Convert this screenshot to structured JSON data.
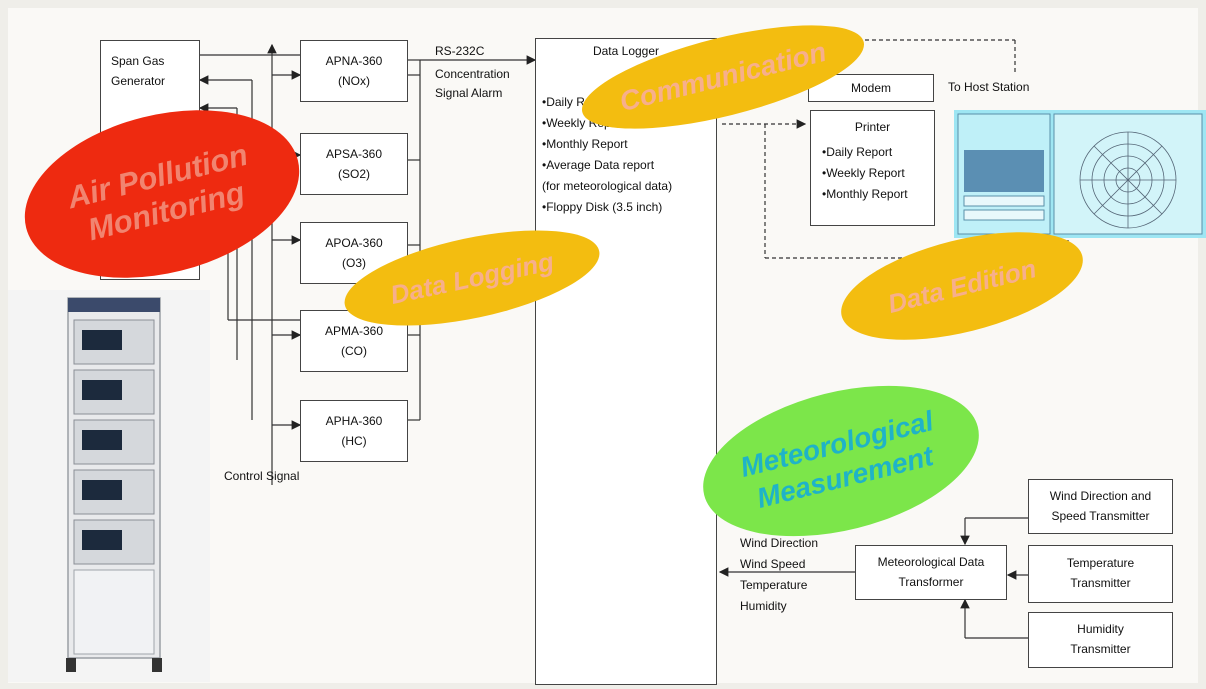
{
  "units": {
    "span_gas": [
      "Span Gas",
      "Generator"
    ],
    "apna": [
      "APNA-360",
      "(NOx)"
    ],
    "apsa": [
      "APSA-360",
      "(SO2)"
    ],
    "apoa": [
      "APOA-360",
      "(O3)"
    ],
    "apma": [
      "APMA-360",
      "(CO)"
    ],
    "apha": [
      "APHA-360",
      "(HC)"
    ]
  },
  "rs232": [
    "RS-232C",
    "Concentration",
    "Signal Alarm"
  ],
  "control_signal": "Control Signal",
  "data_logger": {
    "title": "Data Logger",
    "items": [
      "•Daily Report",
      "•Weekly Report",
      "•Monthly Report",
      "•Average Data report",
      "(for meteorological data)",
      "•Floppy Disk (3.5 inch)"
    ]
  },
  "modem": "Modem",
  "to_host": "To Host Station",
  "printer": {
    "title": "Printer",
    "items": [
      "•Daily Report",
      "•Weekly Report",
      "•Monthly Report"
    ]
  },
  "met_transformer": [
    "Meteorological Data",
    "Transformer"
  ],
  "wind_tx": [
    "Wind Direction and",
    "Speed Transmitter"
  ],
  "temp_tx": [
    "Temperature",
    "Transmitter"
  ],
  "hum_tx": [
    "Humidity",
    "Transmitter"
  ],
  "met_outputs": [
    "Wind Direction",
    "Wind Speed",
    "Temperature",
    "Humidity"
  ],
  "labels": {
    "air_pollution": [
      "Air Pollution",
      "Monitoring"
    ],
    "communication": "Communication",
    "data_logging": "Data Logging",
    "data_edition": "Data Edition",
    "meteorological": [
      "Meteorological",
      "Measurement"
    ]
  },
  "colors": {
    "red_ellipse": "#ee2a10",
    "red_text": "#e7301d",
    "yellow_ellipse": "#f3bd10",
    "yellow_text": "#f7af8c",
    "green_ellipse": "#7ce64a",
    "green_text": "#1fb3c8",
    "screen_cyan": "#9ee6f3"
  }
}
